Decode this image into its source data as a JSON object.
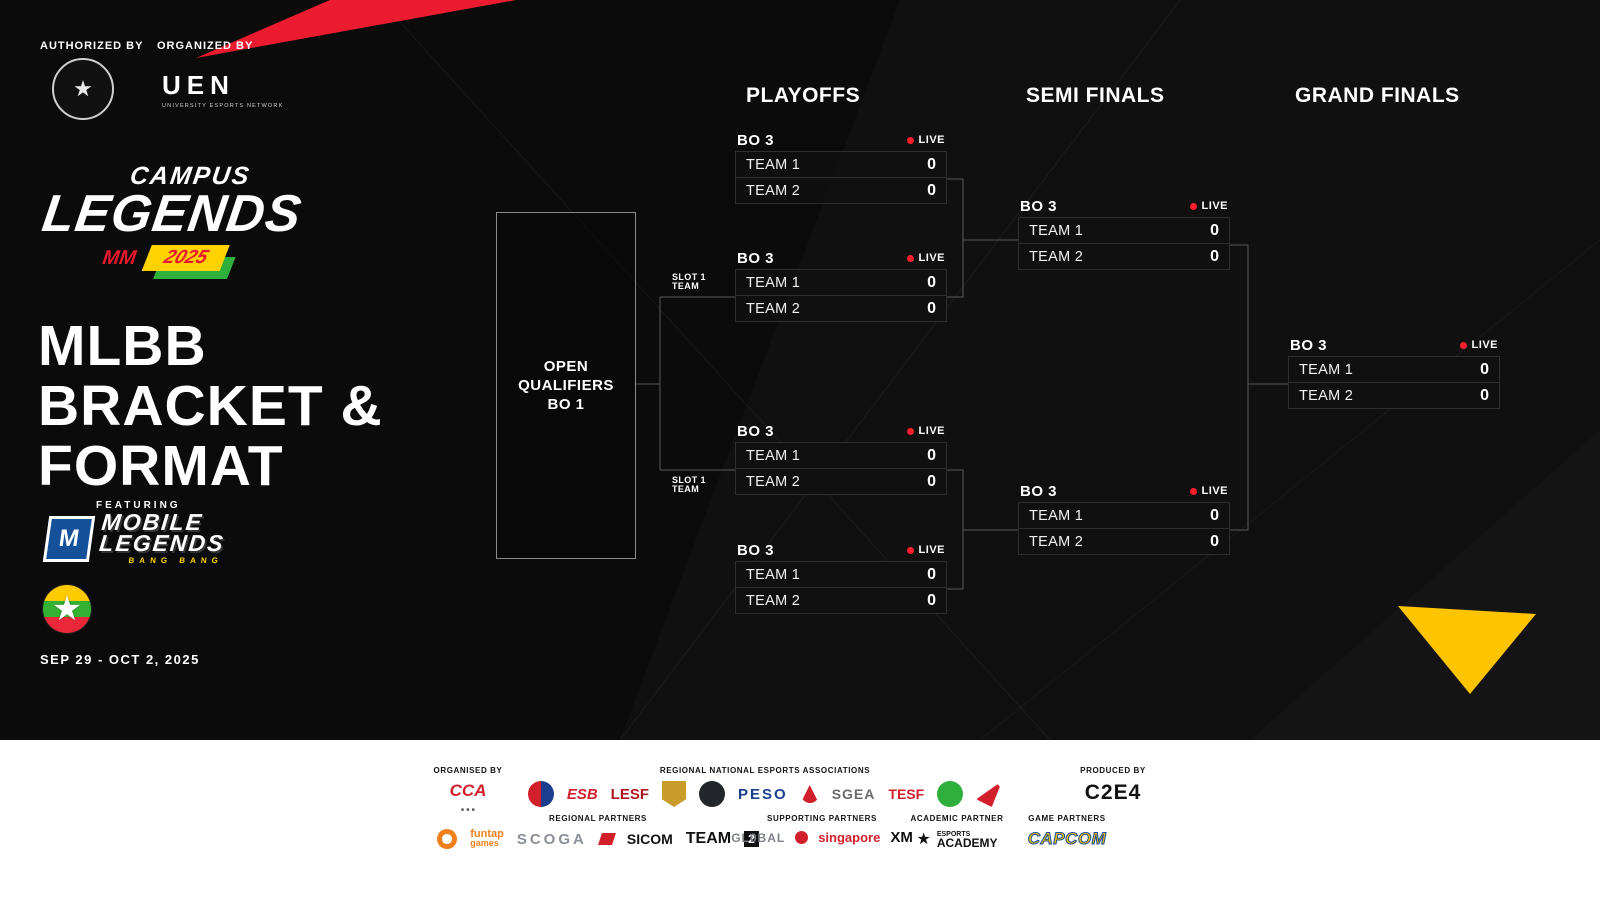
{
  "colors": {
    "accent_red": "#ED1B2F",
    "accent_yellow": "#FFC400",
    "live_red": "#FF1E2D"
  },
  "credits": {
    "authorized_label": "AUTHORIZED BY",
    "organized_label": "ORGANIZED BY",
    "uen": {
      "name": "UEN",
      "sub": "UNIVERSITY ESPORTS NETWORK"
    }
  },
  "branding": {
    "campus": "CAMPUS",
    "legends": "LEGENDS",
    "mm": "MM",
    "year": "2025",
    "title_line1": "MLBB",
    "title_line2": "BRACKET &",
    "title_line3": "FORMAT",
    "featuring": "FEATURING",
    "game": {
      "m": "M",
      "line1": "MOBILE",
      "line2": "LEGENDS",
      "sub": "BANG BANG"
    },
    "dates": "SEP 29 - OCT 2, 2025"
  },
  "bracket": {
    "headers": {
      "playoffs": "PLAYOFFS",
      "semifinals": "SEMI FINALS",
      "grandfinals": "GRAND FINALS"
    },
    "qualifier": {
      "line1": "OPEN",
      "line2": "QUALIFIERS",
      "line3": "BO 1"
    },
    "slots": [
      {
        "top": "SLOT 1",
        "bottom": "TEAM"
      },
      {
        "top": "SLOT 1",
        "bottom": "TEAM"
      }
    ],
    "playoffs": [
      {
        "format": "BO 3",
        "live": "LIVE",
        "teams": [
          {
            "name": "TEAM 1",
            "score": "0"
          },
          {
            "name": "TEAM 2",
            "score": "0"
          }
        ]
      },
      {
        "format": "BO 3",
        "live": "LIVE",
        "teams": [
          {
            "name": "TEAM 1",
            "score": "0"
          },
          {
            "name": "TEAM 2",
            "score": "0"
          }
        ]
      },
      {
        "format": "BO 3",
        "live": "LIVE",
        "teams": [
          {
            "name": "TEAM 1",
            "score": "0"
          },
          {
            "name": "TEAM 2",
            "score": "0"
          }
        ]
      },
      {
        "format": "BO 3",
        "live": "LIVE",
        "teams": [
          {
            "name": "TEAM 1",
            "score": "0"
          },
          {
            "name": "TEAM 2",
            "score": "0"
          }
        ]
      }
    ],
    "semifinals": [
      {
        "format": "BO 3",
        "live": "LIVE",
        "teams": [
          {
            "name": "TEAM 1",
            "score": "0"
          },
          {
            "name": "TEAM 2",
            "score": "0"
          }
        ]
      },
      {
        "format": "BO 3",
        "live": "LIVE",
        "teams": [
          {
            "name": "TEAM 1",
            "score": "0"
          },
          {
            "name": "TEAM 2",
            "score": "0"
          }
        ]
      }
    ],
    "grandfinals": [
      {
        "format": "BO 3",
        "live": "LIVE",
        "teams": [
          {
            "name": "TEAM 1",
            "score": "0"
          },
          {
            "name": "TEAM 2",
            "score": "0"
          }
        ]
      }
    ]
  },
  "footer": {
    "organised": {
      "label": "ORGANISED BY",
      "name": "CCA"
    },
    "associations": {
      "label": "REGIONAL NATIONAL ESPORTS ASSOCIATIONS",
      "wordmarks": {
        "esb": "ESB",
        "lesf": "LESF",
        "peso": "PESO",
        "sgea": "SGEA",
        "tesf": "TESF"
      }
    },
    "produced": {
      "label": "PRODUCED BY",
      "name": "C2E4"
    },
    "regional": {
      "label": "REGIONAL PARTNERS",
      "wordmarks": {
        "funtap1": "funtap",
        "funtap2": "games",
        "scoga": "SCOGA",
        "sicom": "SICOM",
        "team": "TEAM",
        "team2": "2"
      }
    },
    "supporting": {
      "label": "SUPPORTING PARTNERS",
      "wordmarks": {
        "global": "GL0BAL",
        "singapore": "singapore",
        "xm": "XM"
      }
    },
    "academic": {
      "label": "ACADEMIC PARTNER",
      "wordmarks": {
        "esports": "ESPORTS",
        "academy": "ACADEMY"
      }
    },
    "game": {
      "label": "GAME PARTNERS",
      "wordmarks": {
        "capcom": "CAPCOM"
      }
    }
  }
}
